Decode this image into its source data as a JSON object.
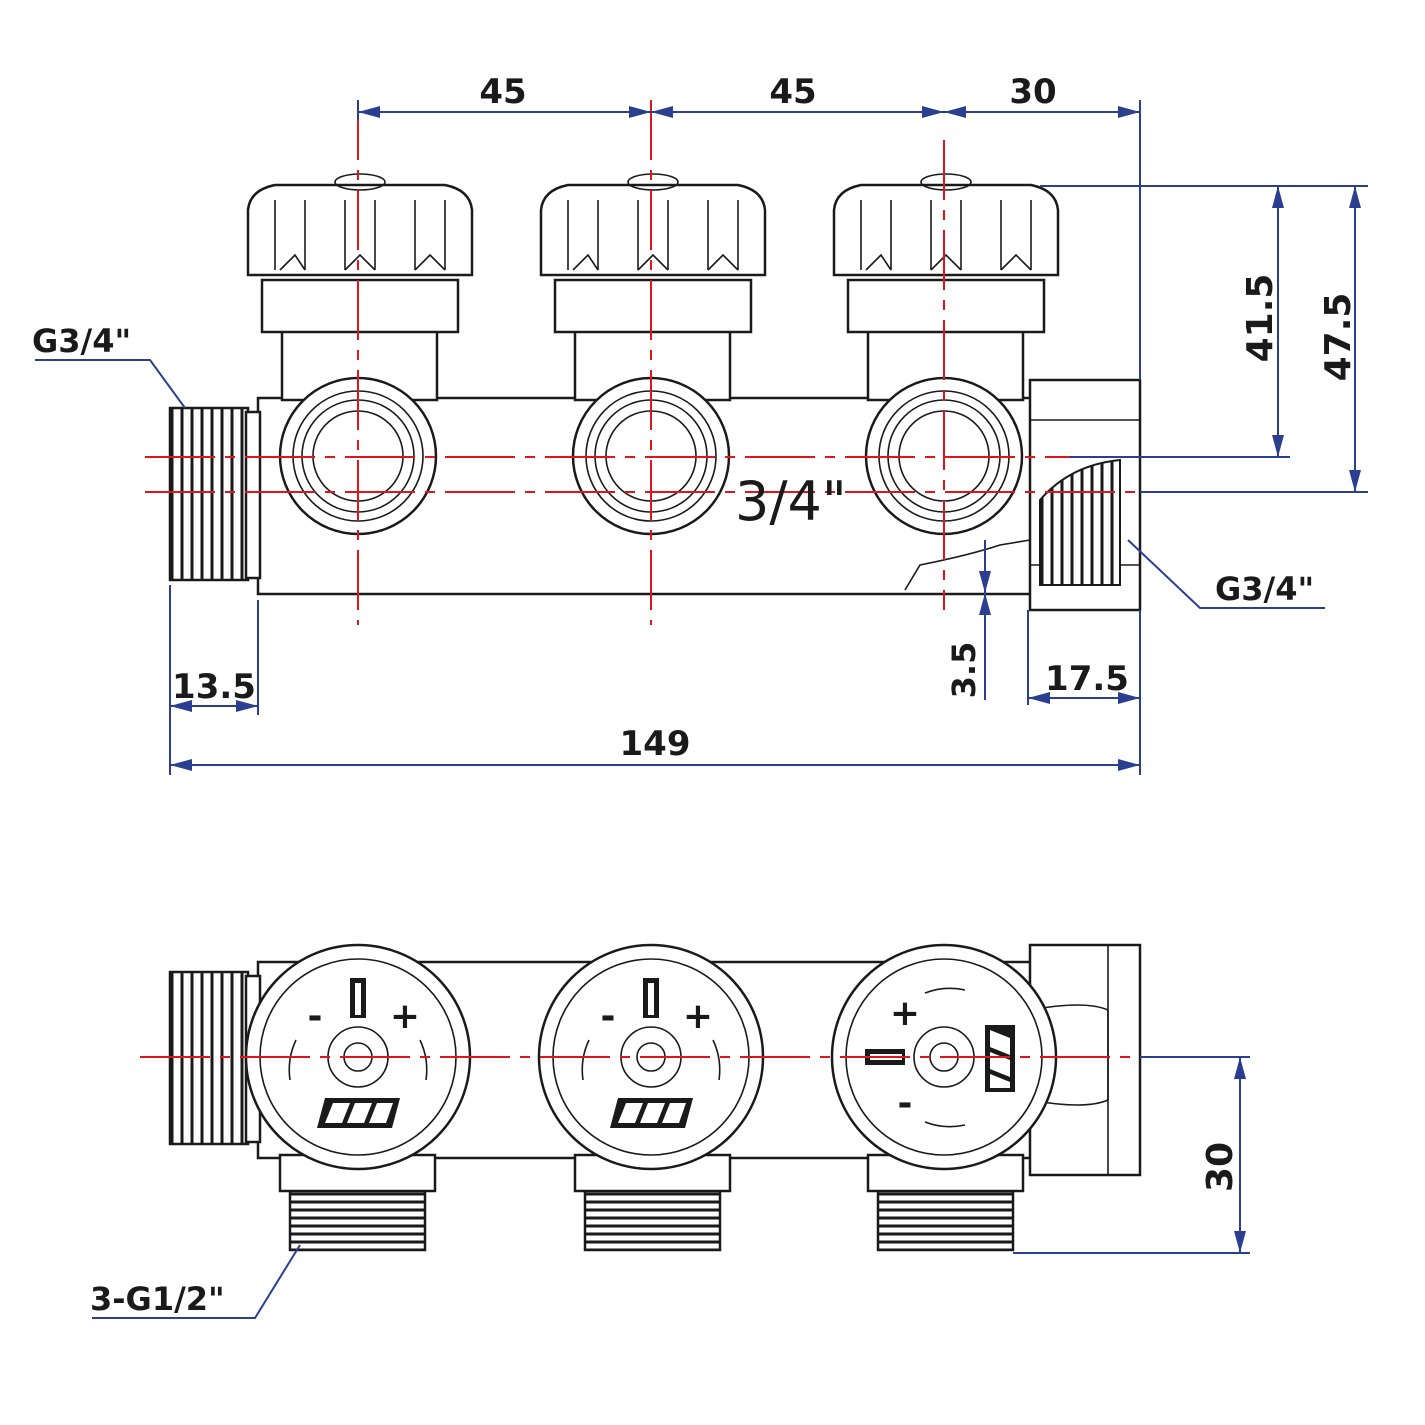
{
  "colors": {
    "outline": "#1a1a1a",
    "centerline": "#e0151b",
    "dimension": "#2a3f8f",
    "background": "#ffffff"
  },
  "front_view": {
    "dim_spacing_1": "45",
    "dim_spacing_2": "45",
    "dim_end_offset": "30",
    "dim_height_inner": "41.5",
    "dim_height_outer": "47.5",
    "dim_thread_left": "13.5",
    "dim_offset_small": "3.5",
    "dim_thread_right": "17.5",
    "dim_total_length": "149",
    "label_inlet_left": "G3/4\"",
    "label_outlet_right": "G3/4\"",
    "label_body_size": "3/4\""
  },
  "top_view": {
    "dim_outlet_depth": "30",
    "label_outlets": "3-G1/2\"",
    "knob_minus": "-",
    "knob_plus": "+"
  }
}
